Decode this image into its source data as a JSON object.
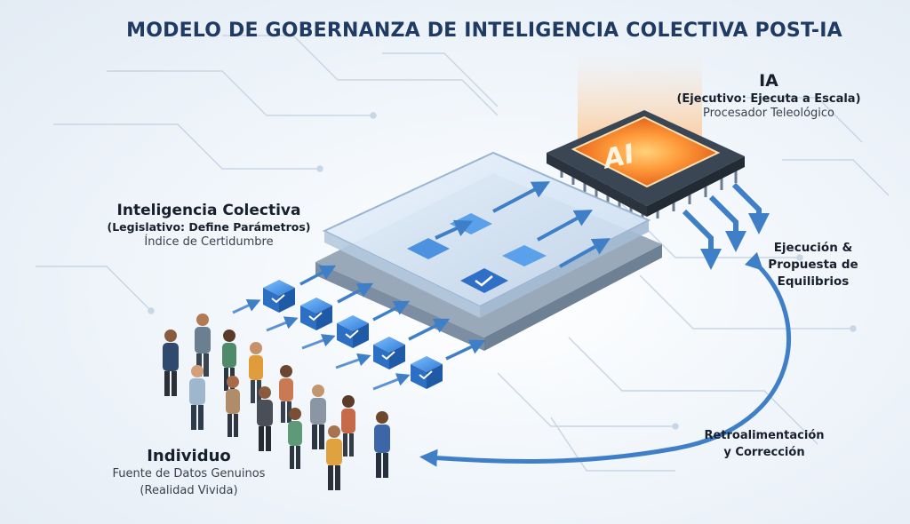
{
  "title": "MODELO DE GOBERNANZA DE INTELIGENCIA COLECTIVA POST-IA",
  "nodes": {
    "ia": {
      "heading": "IA",
      "subheading": "(Ejecutivo: Ejecuta a Escala)",
      "note": "Procesador Teleológico",
      "chip_label": "AI"
    },
    "inteligencia_colectiva": {
      "heading": "Inteligencia Colectiva",
      "subheading": "(Legislativo: Define Parámetros)",
      "note": "Índice de Certidumbre"
    },
    "individuo": {
      "heading": "Individuo",
      "note_line1": "Fuente de Datos Genuinos",
      "note_line2": "(Realidad Vivida)"
    }
  },
  "flows": {
    "ejecucion_line1": "Ejecución &",
    "ejecucion_line2": "Propuesta de",
    "ejecucion_line3": "Equilibrios",
    "retro_line1": "Retroalimentación",
    "retro_line2": "y Corrección"
  },
  "colors": {
    "title": "#1f3b63",
    "accent_blue": "#3f7fc8",
    "chip_orange": "#f28a2a",
    "circuit": "#c9d6e5"
  }
}
